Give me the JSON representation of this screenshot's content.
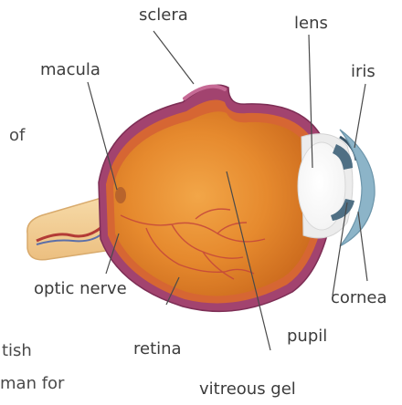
{
  "labels": {
    "sclera": "sclera",
    "lens": "lens",
    "macula": "macula",
    "iris": "iris",
    "optic_nerve": "optic nerve",
    "cornea": "cornea",
    "pupil": "pupil",
    "retina": "retina",
    "vitreous_gel": "vitreous gel"
  },
  "fragments": {
    "frag_1": "of",
    "frag_2": "tish",
    "frag_3": "man for"
  },
  "colors": {
    "label_text": "#3c3c3c",
    "leader_line": "#4a4a4a",
    "sclera_outer": "#a2436f",
    "eye_interior": "#e5822a",
    "cornea": "#8cb4c8",
    "iris": "#4f6f84",
    "optic_nerve": "#f0c98e",
    "blood_vessel": "#c4453b"
  }
}
